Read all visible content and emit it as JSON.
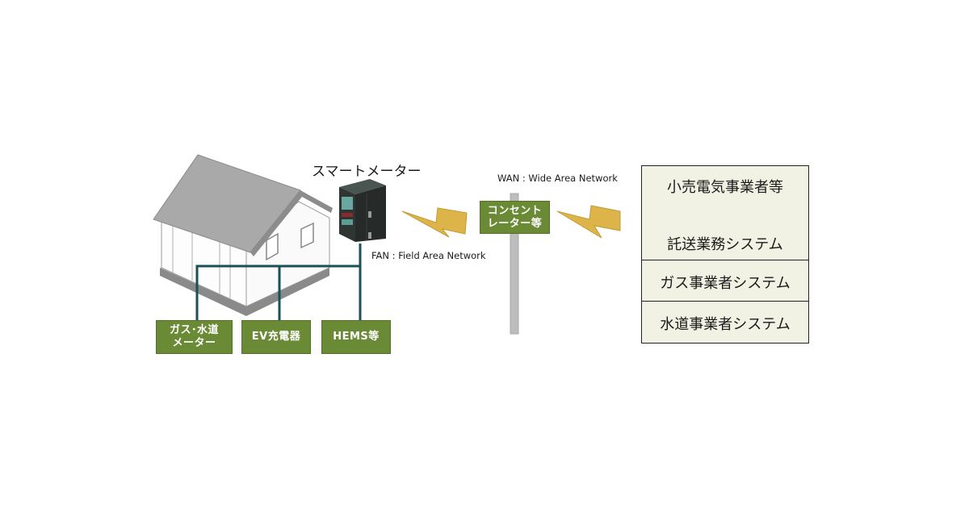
{
  "labels": {
    "smart_meter": "スマートメーター",
    "fan": "FAN : Field Area Network",
    "wan": "WAN : Wide Area Network"
  },
  "home_devices": [
    {
      "label": "ガス･水道\nメーター"
    },
    {
      "label": "EV充電器"
    },
    {
      "label": "HEMS等"
    }
  ],
  "concentrator": {
    "label": "コンセント\nレーター等"
  },
  "systems": {
    "top_label": "小売電気事業者等",
    "transfer_label": "託送業務システム",
    "gas_label": "ガス事業者システム",
    "water_label": "水道事業者システム"
  },
  "colors": {
    "device_green": "#6a8a35",
    "line_teal": "#1c4f57",
    "lightning_yellow": "#ddb44a",
    "arrow_blue": "#3a8fd0",
    "system_bg": "#f2f2e4",
    "pole_gray": "#bdbdbd"
  }
}
